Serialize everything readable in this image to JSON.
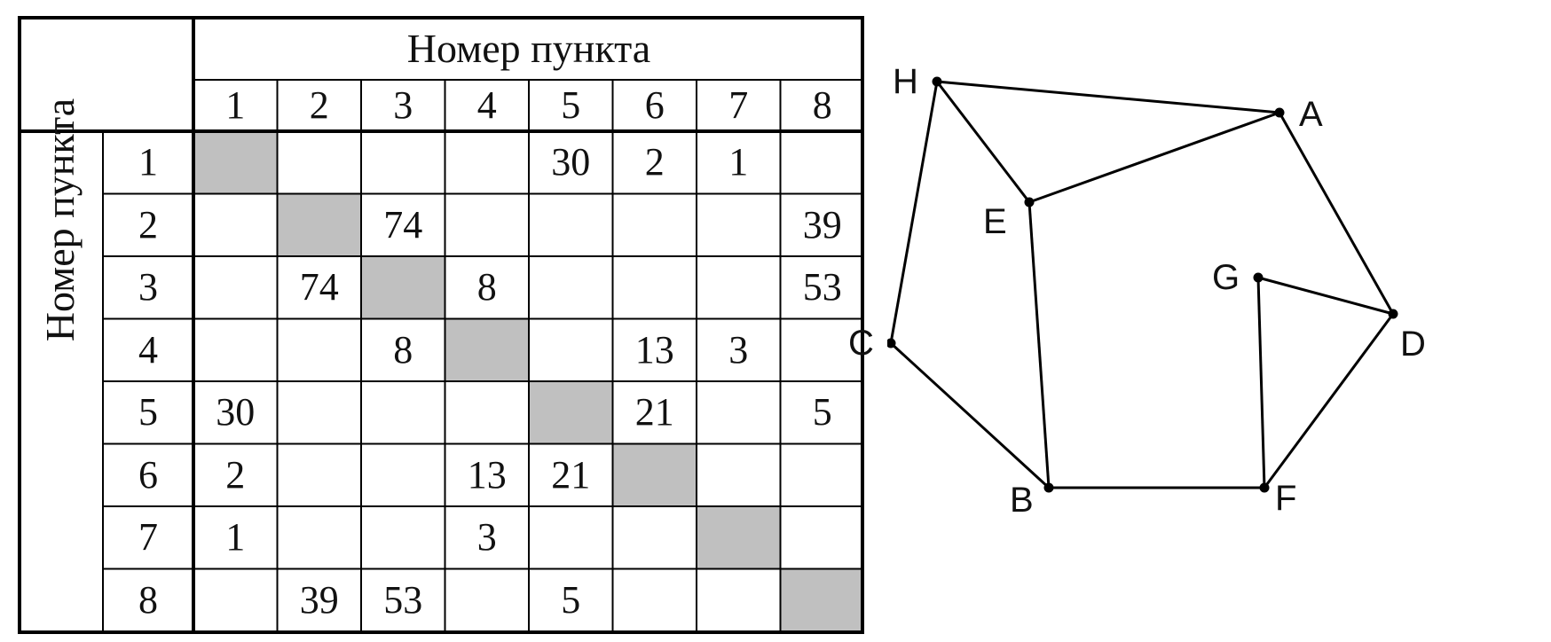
{
  "table": {
    "column_header": "Номер пункта",
    "row_header": "Номер пункта",
    "col_numbers": [
      "1",
      "2",
      "3",
      "4",
      "5",
      "6",
      "7",
      "8"
    ],
    "row_numbers": [
      "1",
      "2",
      "3",
      "4",
      "5",
      "6",
      "7",
      "8"
    ],
    "rows": [
      [
        "",
        "",
        "",
        "",
        "30",
        "2",
        "1",
        ""
      ],
      [
        "",
        "",
        "74",
        "",
        "",
        "",
        "",
        "39"
      ],
      [
        "",
        "74",
        "",
        "8",
        "",
        "",
        "",
        "53"
      ],
      [
        "",
        "",
        "8",
        "",
        "",
        "13",
        "3",
        ""
      ],
      [
        "30",
        "",
        "",
        "",
        "",
        "21",
        "",
        "5"
      ],
      [
        "2",
        "",
        "",
        "13",
        "21",
        "",
        "",
        ""
      ],
      [
        "1",
        "",
        "",
        "3",
        "",
        "",
        "",
        ""
      ],
      [
        "",
        "39",
        "53",
        "",
        "5",
        "",
        "",
        ""
      ]
    ],
    "diagonal_fill": "#c0c0c0",
    "line_color": "#000000"
  },
  "graph": {
    "vertices": [
      "H",
      "A",
      "E",
      "G",
      "C",
      "D",
      "B",
      "F"
    ],
    "edges": [
      [
        "H",
        "A"
      ],
      [
        "H",
        "E"
      ],
      [
        "H",
        "C"
      ],
      [
        "E",
        "A"
      ],
      [
        "A",
        "D"
      ],
      [
        "E",
        "B"
      ],
      [
        "C",
        "B"
      ],
      [
        "B",
        "F"
      ],
      [
        "F",
        "D"
      ],
      [
        "G",
        "D"
      ],
      [
        "G",
        "F"
      ]
    ],
    "line_color": "#000000"
  }
}
